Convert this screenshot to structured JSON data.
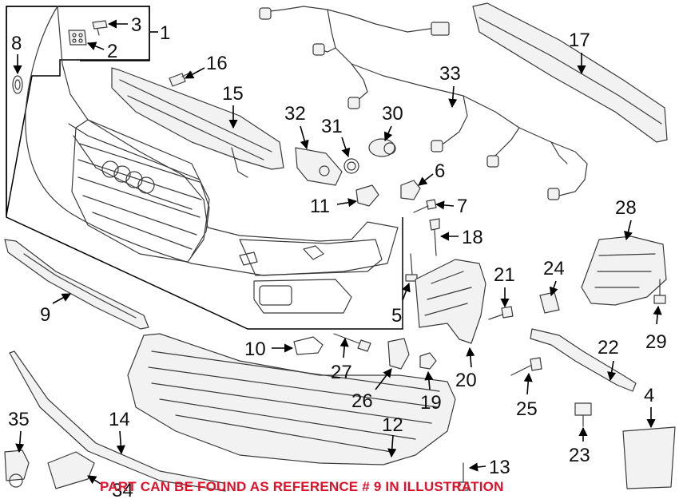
{
  "diagram": {
    "callouts": [
      "1",
      "2",
      "3",
      "4",
      "5",
      "6",
      "7",
      "8",
      "9",
      "10",
      "11",
      "12",
      "13",
      "14",
      "15",
      "16",
      "17",
      "18",
      "19",
      "20",
      "21",
      "22",
      "23",
      "24",
      "25",
      "26",
      "27",
      "28",
      "29",
      "30",
      "31",
      "32",
      "33",
      "34",
      "35"
    ],
    "note": "PART CAN BE FOUND AS REFERENCE # 9 IN ILLUSTRATION",
    "colors": {
      "note": "#e0102a",
      "lines": "#3a3a3a",
      "text": "#111111"
    }
  }
}
